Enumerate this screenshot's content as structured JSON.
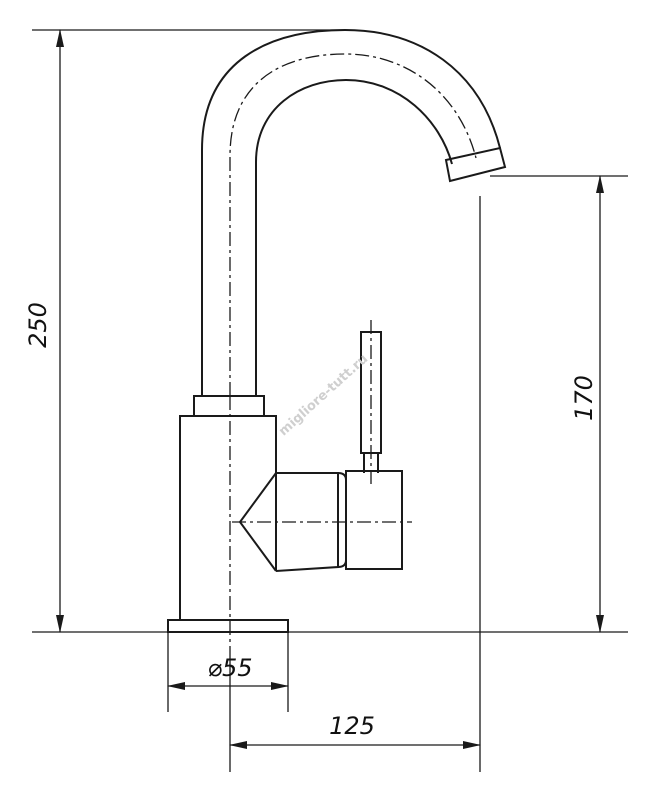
{
  "dimensions": {
    "overall_height": "250",
    "spout_height": "170",
    "spout_reach": "125",
    "base_diameter": "⌀55"
  },
  "watermark": "migliore-tutt.ru",
  "colors": {
    "ink": "#1a1a1a",
    "background": "#ffffff",
    "watermark": "#cfcfcf"
  }
}
